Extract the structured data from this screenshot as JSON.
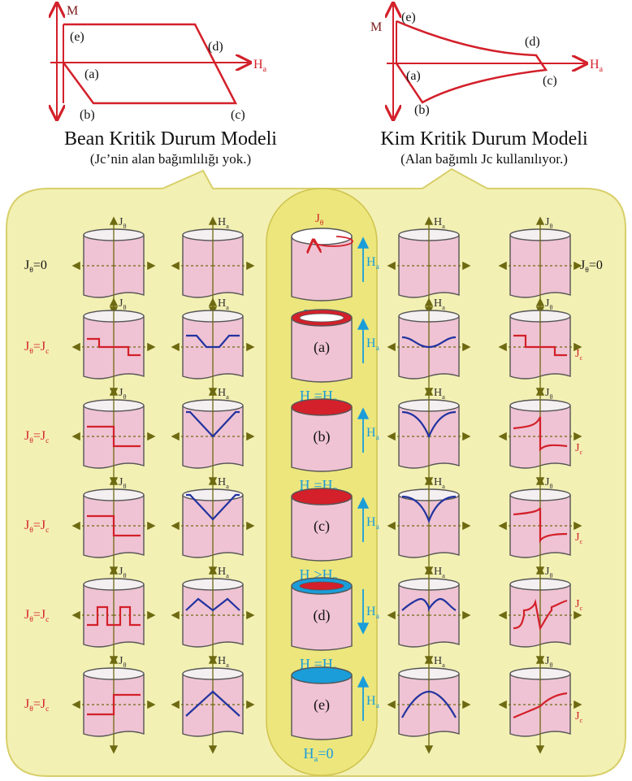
{
  "colors": {
    "bg_yellow": "#f3f0b4",
    "border_yellow": "#d8cf6a",
    "column_yellow": "#ece67d",
    "red": "#d3202a",
    "blue": "#2233a0",
    "cyan": "#1a9dd9",
    "olive": "#6e6a12",
    "pink": "#efc3d3"
  },
  "bean": {
    "title": "Bean Kritik Durum Modeli",
    "subtitle": "(Jc’nin alan bağımlılığı yok.)",
    "axis_m": "M",
    "axis_h": "H",
    "axis_h_sub": "a",
    "labels": [
      "(e)",
      "(d)",
      "(a)",
      "(b)",
      "(c)"
    ]
  },
  "kim": {
    "title": "Kim Kritik Durum Modeli",
    "subtitle": "(Alan bağımlı Jc kullanılıyor.)",
    "axis_m": "M",
    "axis_h": "H",
    "axis_h_sub": "a",
    "labels": [
      "(e)",
      "(d)",
      "(a)",
      "(c)",
      "(b)"
    ]
  },
  "axis_symbols": {
    "J": "J",
    "theta": "θ",
    "H": "H",
    "a": "a",
    "c": "c"
  },
  "rows": [
    {
      "left_label_main": "J",
      "left_label_sub": "θ",
      "left_label_rest": "=0",
      "right_label_main": "J",
      "right_label_sub": "θ",
      "right_label_rest": "=0",
      "center_letter": "",
      "field_main": "H",
      "field_sub": "a",
      "field_rest": "=0",
      "field_rest_sub": "",
      "arrow_dir": "up"
    },
    {
      "left_label_main": "J",
      "left_label_sub": "θ",
      "left_label_rest": "=J",
      "left_label_rest_sub": "c",
      "center_letter": "(a)",
      "field_main": "H",
      "field_sub": "a",
      "field_rest": "=H",
      "field_rest_sub": "0",
      "arrow_dir": "up"
    },
    {
      "left_label_main": "J",
      "left_label_sub": "θ",
      "left_label_rest": "=J",
      "left_label_rest_sub": "c",
      "center_letter": "(b)",
      "field_main": "H",
      "field_sub": "a",
      "field_rest": "=H",
      "field_rest_sub": "P",
      "arrow_dir": "up"
    },
    {
      "left_label_main": "J",
      "left_label_sub": "θ",
      "left_label_rest": "=J",
      "left_label_rest_sub": "c",
      "center_letter": "(c)",
      "field_main": "H",
      "field_sub": "a",
      "field_rest": ">H",
      "field_rest_sub": "P",
      "arrow_dir": "up"
    },
    {
      "left_label_main": "J",
      "left_label_sub": "θ",
      "left_label_rest": "=J",
      "left_label_rest_sub": "c",
      "center_letter": "(d)",
      "field_main": "H",
      "field_sub": "a",
      "field_rest": "=H",
      "field_rest_sub": "0",
      "arrow_dir": "down"
    },
    {
      "left_label_main": "J",
      "left_label_sub": "θ",
      "left_label_rest": "=J",
      "left_label_rest_sub": "c",
      "center_letter": "(e)",
      "field_main": "H",
      "field_sub": "a",
      "field_rest": "=0",
      "field_rest_sub": "",
      "arrow_dir": "up"
    }
  ]
}
